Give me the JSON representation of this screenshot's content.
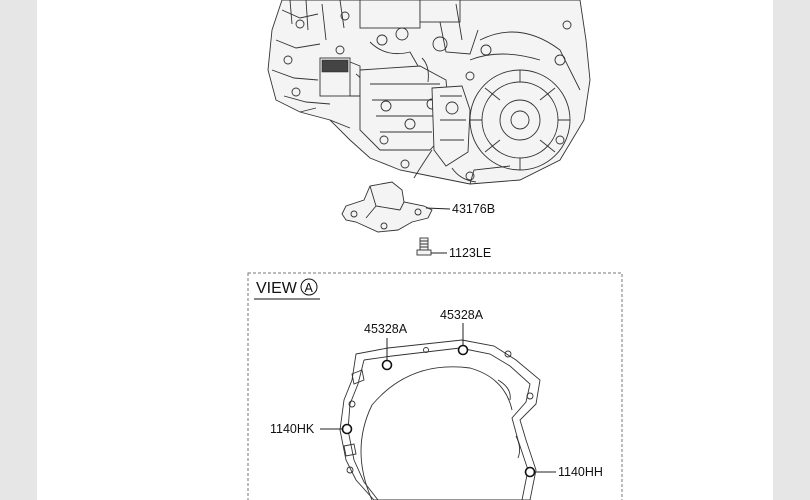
{
  "diagram": {
    "parts": {
      "mount_bracket": "43176B",
      "bolt": "1123LE"
    },
    "view": {
      "title": "VIEW",
      "marker": "A",
      "callouts": {
        "pin_left": "45328A",
        "pin_right": "45328A",
        "bolt_left": "1140HK",
        "bolt_right": "1140HH"
      }
    }
  }
}
